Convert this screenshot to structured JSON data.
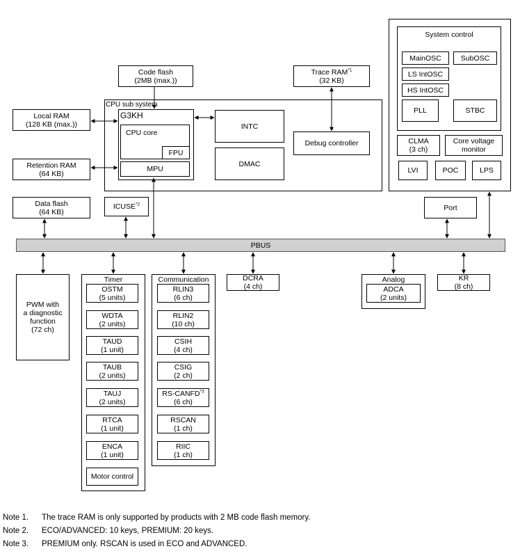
{
  "code_flash": {
    "line1": "Code flash",
    "line2": "(2MB (max.))"
  },
  "trace_ram": {
    "line1": "Trace RAM",
    "sup": "*1",
    "line2": "(32 KB)"
  },
  "cpu_subsystem": {
    "title": "CPU sub system",
    "core_name": "G3KH",
    "cpu_core": "CPU core",
    "fpu": "FPU",
    "mpu": "MPU",
    "intc": "INTC",
    "dmac": "DMAC",
    "debug": "Debug controller"
  },
  "local_ram": {
    "line1": "Local RAM",
    "line2": "(128 KB (max.))"
  },
  "retention_ram": {
    "line1": "Retention RAM",
    "line2": "(64 KB)"
  },
  "data_flash": {
    "line1": "Data flash",
    "line2": "(64 KB)"
  },
  "icuse": {
    "label": "ICUSE",
    "sup": "*2"
  },
  "system_control": {
    "title": "System control",
    "mainosc": "MainOSC",
    "subosc": "SubOSC",
    "ls_intosc": "LS IntOSC",
    "hs_intosc": "HS IntOSC",
    "pll": "PLL",
    "stbc": "STBC",
    "clma_line1": "CLMA",
    "clma_line2": "(3 ch)",
    "cvm_line1": "Core voltage",
    "cvm_line2": "monitor",
    "lvi": "LVI",
    "poc": "POC",
    "lps": "LPS"
  },
  "port": "Port",
  "pbus": "PBUS",
  "pwm": {
    "line1": "PWM with",
    "line2": "a diagnostic",
    "line3": "function",
    "line4": "(72 ch)"
  },
  "timer": {
    "title": "Timer",
    "items": [
      {
        "name": "OSTM",
        "sub": "(5 units)"
      },
      {
        "name": "WDTA",
        "sub": "(2 units)"
      },
      {
        "name": "TAUD",
        "sub": "(1 unit)"
      },
      {
        "name": "TAUB",
        "sub": "(2 units)"
      },
      {
        "name": "TAUJ",
        "sub": "(2 units)"
      },
      {
        "name": "RTCA",
        "sub": "(1 unit)"
      },
      {
        "name": "ENCA",
        "sub": "(1 unit)"
      }
    ],
    "motor": "Motor control"
  },
  "communication": {
    "title": "Communication",
    "items": [
      {
        "name": "RLIN3",
        "sub": "(6 ch)"
      },
      {
        "name": "RLIN2",
        "sub": "(10 ch)"
      },
      {
        "name": "CSIH",
        "sub": "(4 ch)"
      },
      {
        "name": "CSIG",
        "sub": "(2 ch)"
      },
      {
        "name": "RS-CANFD",
        "sup": "*3",
        "sub": "(6 ch)"
      },
      {
        "name": "RSCAN",
        "sub": "(1 ch)"
      },
      {
        "name": "RIIC",
        "sub": "(1 ch)"
      }
    ]
  },
  "dcra": {
    "line1": "DCRA",
    "line2": "(4 ch)"
  },
  "analog": {
    "title": "Analog",
    "adca_line1": "ADCA",
    "adca_line2": "(2 units)"
  },
  "kr": {
    "line1": "KR",
    "line2": "(8 ch)"
  },
  "notes": [
    {
      "num": "Note 1.",
      "text": "The trace RAM is only supported by products with 2 MB code flash memory."
    },
    {
      "num": "Note 2.",
      "text": "ECO/ADVANCED: 10 keys, PREMIUM: 20 keys."
    },
    {
      "num": "Note 3.",
      "text": "PREMIUM only. RSCAN is used in ECO and ADVANCED."
    }
  ]
}
